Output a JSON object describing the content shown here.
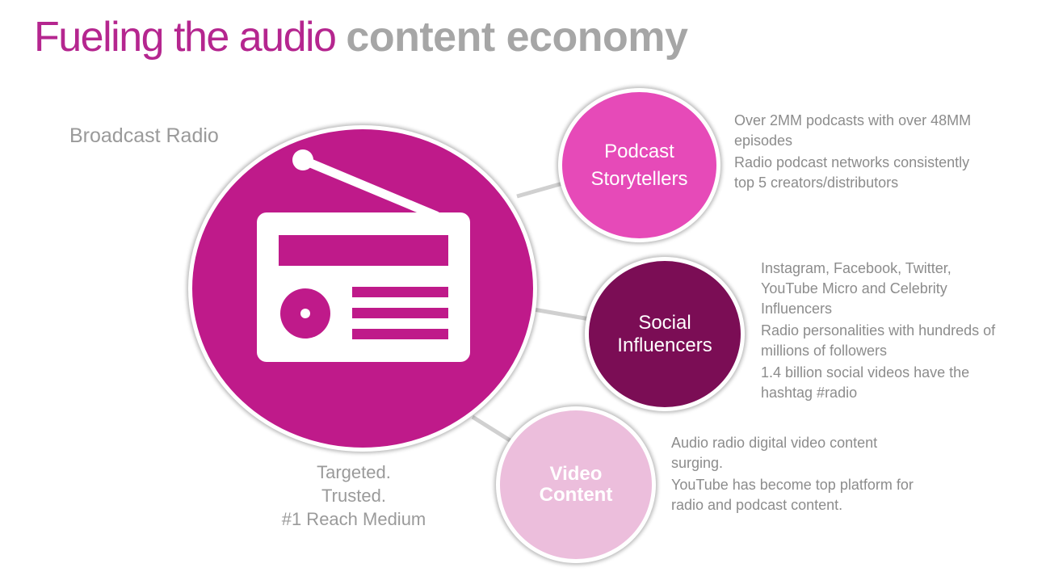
{
  "title": {
    "part1": "Fueling the audio ",
    "part2": "content economy"
  },
  "broadcast": {
    "label": "Broadcast Radio",
    "tagline": [
      "Targeted.",
      "Trusted.",
      "#1 Reach Medium"
    ]
  },
  "nodes": {
    "podcast": {
      "label_lines": [
        "Podcast",
        "Storytellers"
      ],
      "description": [
        "Over 2MM  podcasts with over 48MM episodes",
        "Radio podcast networks consistently top 5 creators/distributors"
      ]
    },
    "social": {
      "label_lines": [
        "Social",
        "Influencers"
      ],
      "description": [
        "Instagram, Facebook, Twitter, YouTube Micro and Celebrity Influencers",
        "Radio personalities with hundreds of millions of followers",
        "1.4 billion social videos have the hashtag #radio"
      ]
    },
    "video": {
      "label_lines": [
        "Video",
        "Content"
      ],
      "description": [
        "Audio radio digital video content surging.",
        "YouTube has become top platform for radio and podcast content."
      ]
    }
  },
  "colors": {
    "title_accent": "#b5268f",
    "title_gray": "#a6a6a6",
    "radio_circle": "#bf1a8a",
    "podcast_circle": "#e64ab8",
    "social_circle": "#7b0d55",
    "video_circle": "#ecbedc",
    "connector": "#d0d0d0"
  },
  "icons": {
    "radio": "radio-icon"
  }
}
